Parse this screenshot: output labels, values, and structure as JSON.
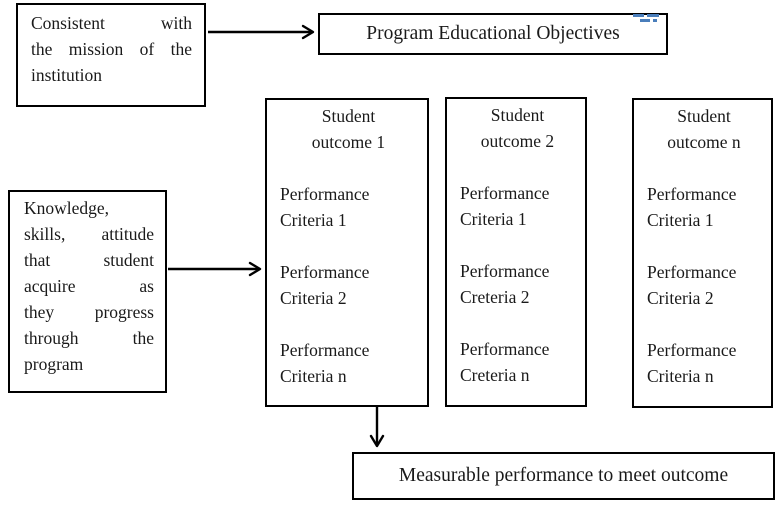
{
  "diagram": {
    "type": "flowchart",
    "boxes": {
      "mission": {
        "lines": [
          "Consistent with",
          "the mission of the",
          "institution"
        ]
      },
      "peo": {
        "label": "Program Educational Objectives"
      },
      "knowledge": {
        "lines": [
          "Knowledge,",
          "skills, attitude",
          "that student",
          "acquire as",
          "they progress",
          "through the",
          "program"
        ]
      },
      "outcome_columns": [
        {
          "title_lines": [
            "Student",
            "outcome 1"
          ],
          "items": [
            "Performance Criteria 1",
            "Performance Criteria 2",
            "Performance Criteria n"
          ]
        },
        {
          "title_lines": [
            "Student",
            "outcome 2"
          ],
          "items": [
            "Performance Criteria 1",
            "Performance Creteria 2",
            "Performance Creteria n"
          ]
        },
        {
          "title_lines": [
            "Student",
            "outcome n"
          ],
          "items": [
            "Performance Criteria 1",
            "Performance Criteria 2",
            "Performance Criteria n"
          ]
        }
      ],
      "measurable": {
        "label": "Measurable performance to meet outcome"
      }
    },
    "arrows": [
      {
        "from": "mission-box",
        "to": "peo-box",
        "direction": "right"
      },
      {
        "from": "knowledge-box",
        "to": "outcome-column-1",
        "direction": "right"
      },
      {
        "from": "outcome-column-1",
        "to": "measurable-box",
        "direction": "down"
      }
    ],
    "colors": {
      "background": "#ffffff",
      "border": "#000000",
      "text": "#1a1a1a",
      "revision_marks_blue": "#4a7ebb"
    }
  }
}
